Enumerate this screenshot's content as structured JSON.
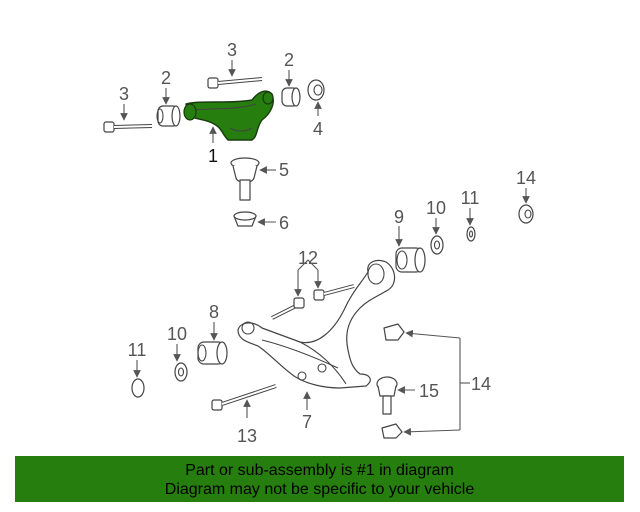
{
  "callouts": {
    "c1": "1",
    "c2a": "2",
    "c2b": "2",
    "c3a": "3",
    "c3b": "3",
    "c4": "4",
    "c5": "5",
    "c6": "6",
    "c7": "7",
    "c8": "8",
    "c9": "9",
    "c10a": "10",
    "c10b": "10",
    "c11a": "11",
    "c11b": "11",
    "c12": "12",
    "c13": "13",
    "c14a": "14",
    "c14b": "14",
    "c15": "15"
  },
  "banner": {
    "line1": "Part or sub-assembly is #1 in diagram",
    "line2": "Diagram may not be specific to your vehicle",
    "color": "#257e0d"
  },
  "highlight_color": "#257e0d"
}
